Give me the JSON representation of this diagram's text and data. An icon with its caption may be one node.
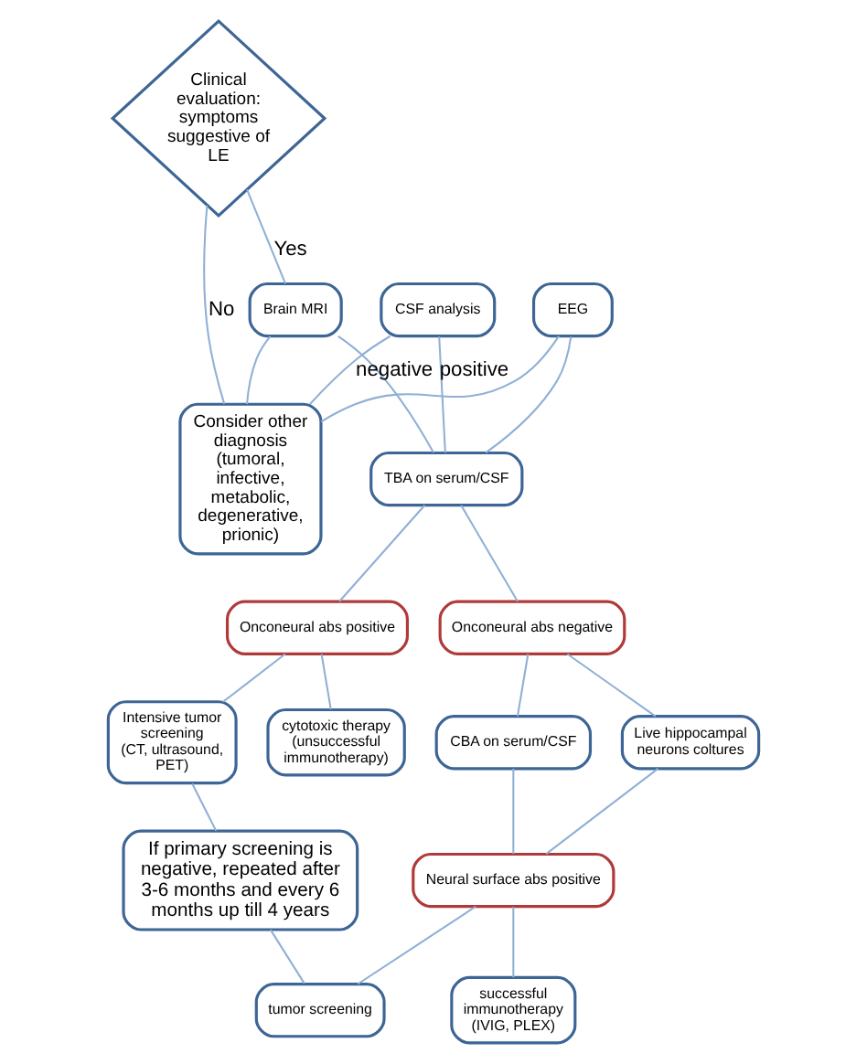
{
  "diagram": {
    "nodes": [
      {
        "text": [
          "Clinical evaluation: symptoms suggestive of LE"
        ]
      },
      {
        "text": [
          "Consider other diagnosis",
          "(tumoral, infective, metabolic, degenerative, prionic)"
        ]
      },
      {
        "text": [
          "Brain MRI"
        ]
      },
      {
        "text": [
          "CSF analysis"
        ]
      },
      {
        "text": [
          "EEG"
        ]
      },
      {
        "text": [
          "Onconeural abs positive"
        ]
      },
      {
        "text": [
          "TBA on serum/CSF"
        ]
      },
      {
        "text": [
          "Intensive tumor screening",
          "(CT, ultrasound, PET)"
        ]
      },
      {
        "text": [
          "cytotoxic therapy (unsuccessful immunotherapy)"
        ]
      },
      {
        "text": [
          "Onconeural abs negative"
        ]
      },
      {
        "text": [
          "If primary screening is negative, repeated after 3-6 months and every 6 months up till 4 years"
        ]
      },
      {
        "text": [
          "CBA on serum/CSF"
        ]
      },
      {
        "text": [
          "Live hippocampal neurons coltures"
        ]
      },
      {
        "text": [
          "Neural surface abs positive"
        ]
      },
      {
        "text": [
          "tumor screening"
        ]
      },
      {
        "text": [
          "successful immunotherapy",
          "(IVIG, PLEX)"
        ]
      }
    ],
    "edges": [
      {
        "from": 0,
        "to": 1,
        "arrow": "none",
        "label": "No"
      },
      {
        "from": 0,
        "to": 2,
        "arrow": "none",
        "label": "Yes"
      },
      {
        "from": 2,
        "to": 1,
        "arrow": "none"
      },
      {
        "from": 3,
        "to": 1,
        "arrow": "none",
        "label": "negative"
      },
      {
        "from": 4,
        "to": 1,
        "arrow": "none"
      },
      {
        "from": 2,
        "to": 6,
        "arrow": "none"
      },
      {
        "from": 3,
        "to": 6,
        "arrow": "none",
        "label": "positive"
      },
      {
        "from": 4,
        "to": 6,
        "arrow": "none"
      },
      {
        "from": 6,
        "to": 5,
        "arrow": "none"
      },
      {
        "from": 6,
        "to": 9,
        "arrow": "none"
      },
      {
        "from": 5,
        "to": 7,
        "arrow": "none"
      },
      {
        "from": 5,
        "to": 8,
        "arrow": "none"
      },
      {
        "from": 7,
        "to": 10,
        "arrow": "none"
      },
      {
        "from": 9,
        "to": 11,
        "arrow": "none"
      },
      {
        "from": 9,
        "to": 12,
        "arrow": "none"
      },
      {
        "from": 11,
        "to": 13,
        "arrow": "none"
      },
      {
        "from": 12,
        "to": 13,
        "arrow": "none"
      },
      {
        "from": 13,
        "to": 14,
        "arrow": "none"
      },
      {
        "from": 13,
        "to": 15,
        "arrow": "none"
      },
      {
        "from": 10,
        "to": 14,
        "arrow": "none"
      }
    ]
  }
}
